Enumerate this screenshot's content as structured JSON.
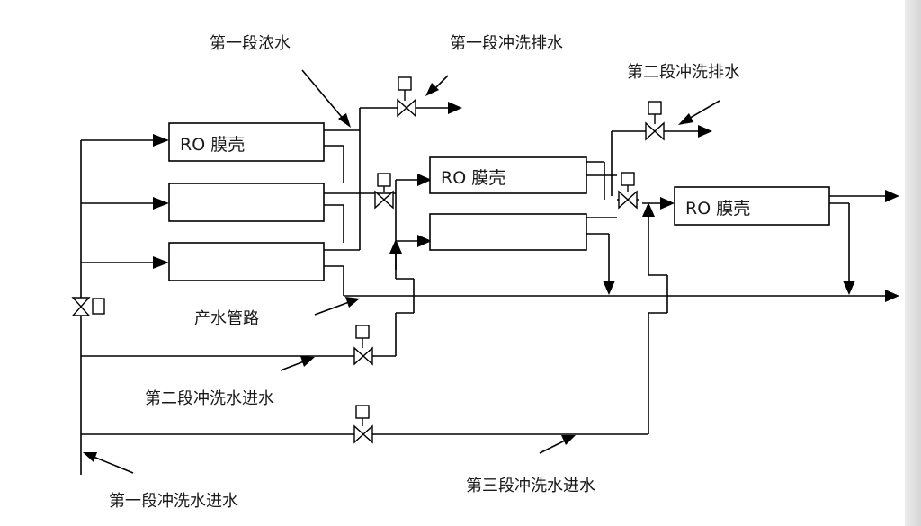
{
  "diagram": {
    "ro_housing_label": "RO 膜壳",
    "labels": {
      "stage1_concentrate": "第一段浓水",
      "stage1_flush_drain": "第一段冲洗排水",
      "stage2_flush_drain": "第二段冲洗排水",
      "product_pipe": "产水管路",
      "stage2_flush_inlet": "第二段冲洗水进水",
      "stage3_flush_inlet": "第三段冲洗水进水",
      "stage1_flush_inlet": "第一段冲洗水进水"
    }
  }
}
